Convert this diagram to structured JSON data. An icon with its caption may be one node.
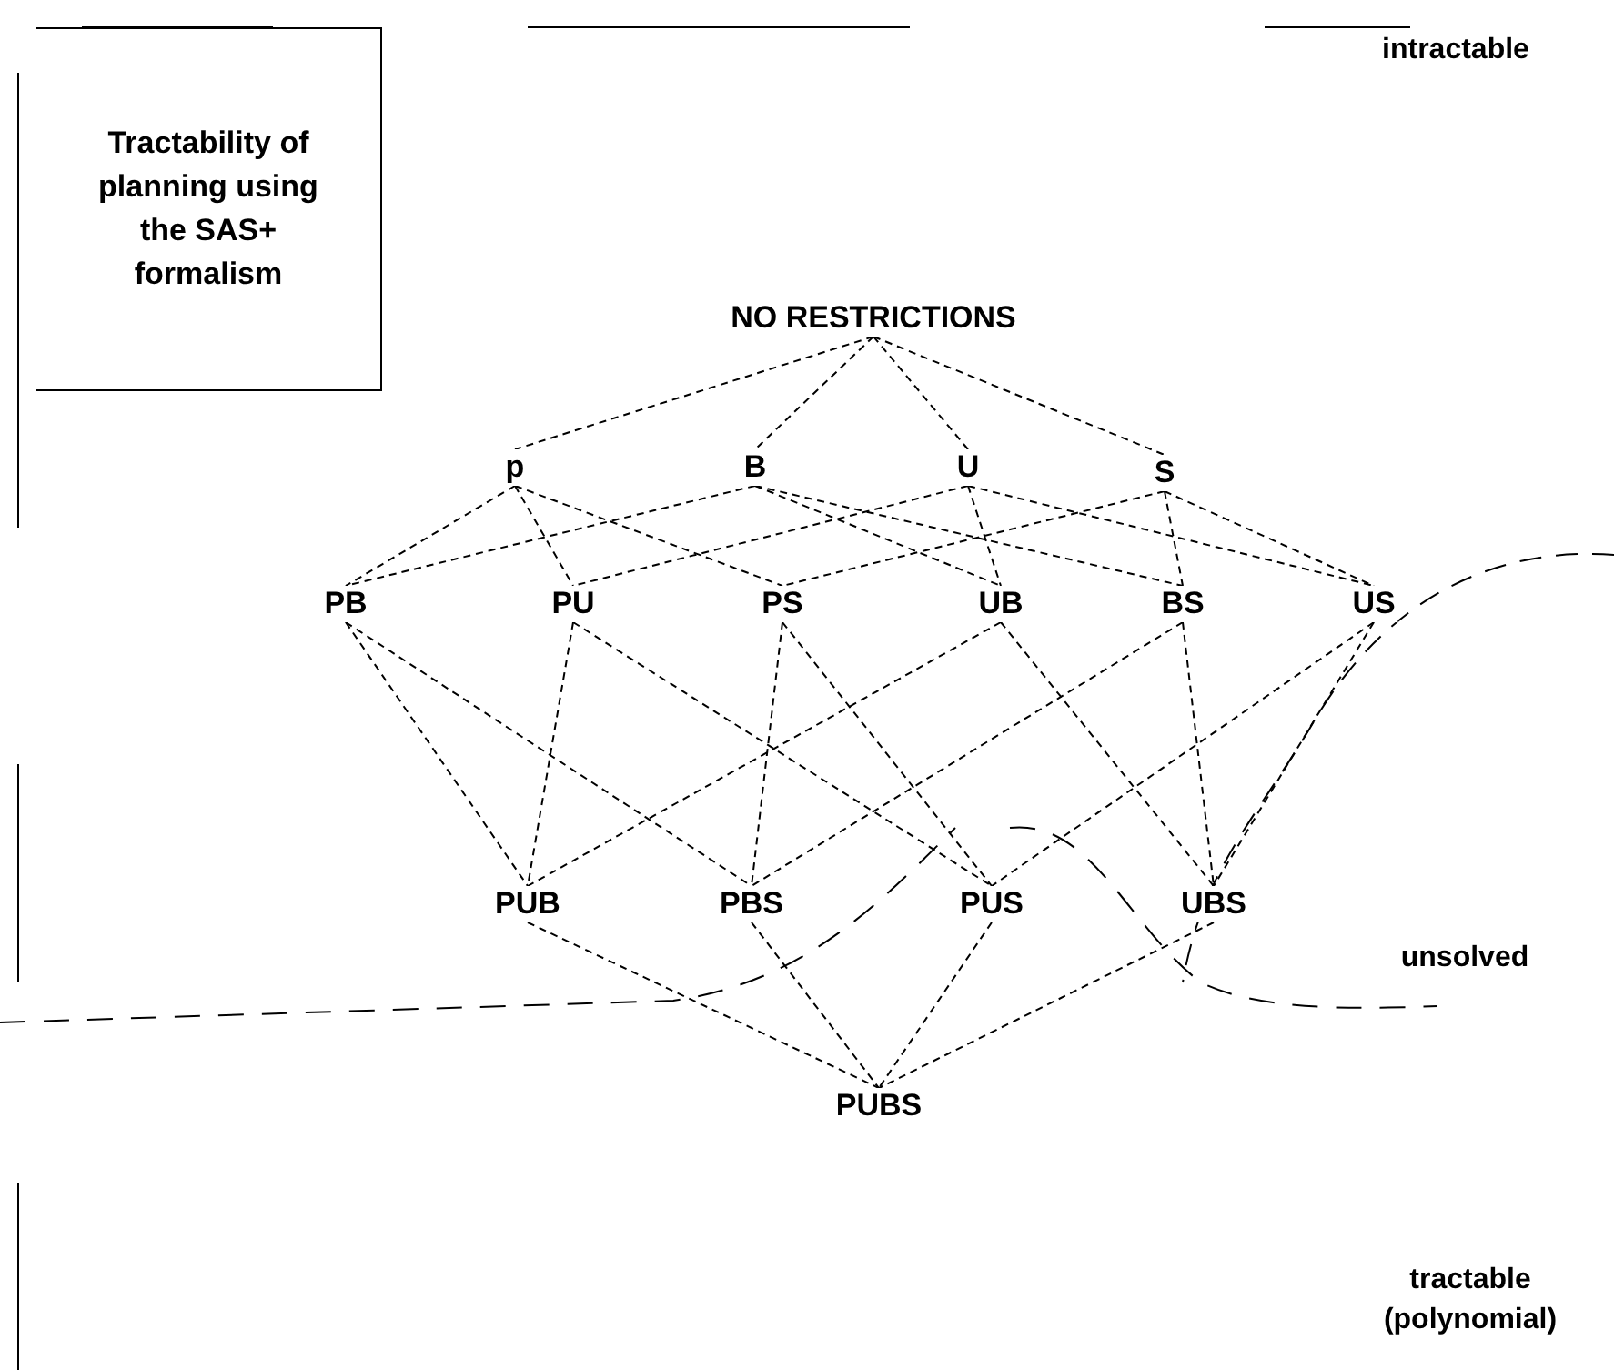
{
  "diagram": {
    "nodes": [
      {
        "text": [
          "Tractability of planning using the SAS+ formalism"
        ]
      },
      {
        "text": [
          "NO RESTRICTIONS"
        ]
      },
      {
        "text": [
          "p"
        ]
      },
      {
        "text": [
          "B"
        ]
      },
      {
        "text": [
          "U"
        ]
      },
      {
        "text": [
          "S"
        ]
      },
      {
        "text": [
          "PB"
        ]
      },
      {
        "text": [
          "PU"
        ]
      },
      {
        "text": [
          "PS"
        ]
      },
      {
        "text": [
          "UB"
        ]
      },
      {
        "text": [
          "BS"
        ]
      },
      {
        "text": [
          "US"
        ]
      },
      {
        "text": [
          "PUB"
        ]
      },
      {
        "text": [
          "PBS"
        ]
      },
      {
        "text": [
          "PUS"
        ]
      },
      {
        "text": [
          "UBS"
        ]
      },
      {
        "text": [
          "PUBS"
        ]
      }
    ],
    "edges": [
      {
        "from": 1,
        "to": 2,
        "arrow": "none"
      },
      {
        "from": 1,
        "to": 3,
        "arrow": "none"
      },
      {
        "from": 1,
        "to": 4,
        "arrow": "none"
      },
      {
        "from": 1,
        "to": 5,
        "arrow": "none"
      },
      {
        "from": 2,
        "to": 6,
        "arrow": "none"
      },
      {
        "from": 2,
        "to": 7,
        "arrow": "none"
      },
      {
        "from": 2,
        "to": 8,
        "arrow": "none"
      },
      {
        "from": 3,
        "to": 6,
        "arrow": "none"
      },
      {
        "from": 3,
        "to": 9,
        "arrow": "none"
      },
      {
        "from": 3,
        "to": 10,
        "arrow": "none"
      },
      {
        "from": 4,
        "to": 7,
        "arrow": "none"
      },
      {
        "from": 4,
        "to": 9,
        "arrow": "none"
      },
      {
        "from": 4,
        "to": 11,
        "arrow": "none"
      },
      {
        "from": 5,
        "to": 8,
        "arrow": "none"
      },
      {
        "from": 5,
        "to": 10,
        "arrow": "none"
      },
      {
        "from": 5,
        "to": 11,
        "arrow": "none"
      },
      {
        "from": 6,
        "to": 12,
        "arrow": "none"
      },
      {
        "from": 6,
        "to": 13,
        "arrow": "none"
      },
      {
        "from": 7,
        "to": 12,
        "arrow": "none"
      },
      {
        "from": 7,
        "to": 14,
        "arrow": "none"
      },
      {
        "from": 8,
        "to": 13,
        "arrow": "none"
      },
      {
        "from": 8,
        "to": 14,
        "arrow": "none"
      },
      {
        "from": 9,
        "to": 12,
        "arrow": "none"
      },
      {
        "from": 9,
        "to": 15,
        "arrow": "none"
      },
      {
        "from": 10,
        "to": 13,
        "arrow": "none"
      },
      {
        "from": 10,
        "to": 15,
        "arrow": "none"
      },
      {
        "from": 11,
        "to": 14,
        "arrow": "none"
      },
      {
        "from": 11,
        "to": 15,
        "arrow": "none"
      },
      {
        "from": 12,
        "to": 16,
        "arrow": "none"
      },
      {
        "from": 13,
        "to": 16,
        "arrow": "none"
      },
      {
        "from": 14,
        "to": 16,
        "arrow": "none"
      },
      {
        "from": 15,
        "to": 16,
        "arrow": "none"
      }
    ],
    "labels": [
      "intractable",
      "unsolved",
      "tractable (polynomial)"
    ]
  }
}
